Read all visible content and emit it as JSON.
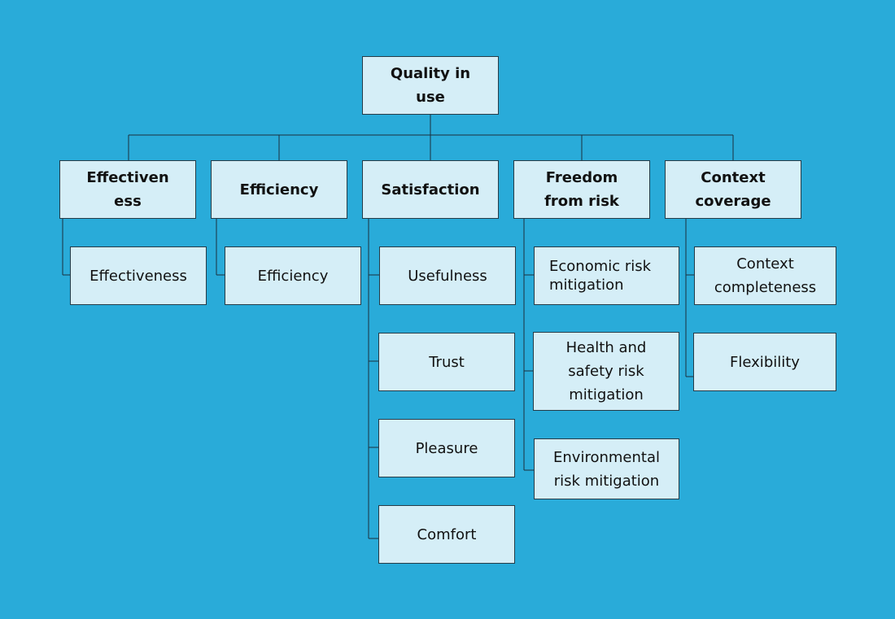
{
  "root": {
    "label": "Quality in use"
  },
  "characteristics": [
    {
      "label": "Effectiveness_split",
      "title": "Effectiven ess",
      "subs": [
        "Effectiveness"
      ]
    },
    {
      "title": "Efficiency",
      "subs": [
        "Efficiency"
      ]
    },
    {
      "title": "Satisfaction",
      "subs": [
        "Usefulness",
        "Trust",
        "Pleasure",
        "Comfort"
      ]
    },
    {
      "title": "Freedom from risk",
      "subs": [
        "Economic risk mitigation",
        "Health and safety risk mitigation",
        "Environmental risk mitigation"
      ]
    },
    {
      "title": "Context coverage",
      "subs": [
        "Context completeness",
        "Flexibility"
      ]
    }
  ],
  "colors": {
    "background": "#29abd9",
    "node_fill": "#d5eef7",
    "line": "#1b2f3d"
  }
}
